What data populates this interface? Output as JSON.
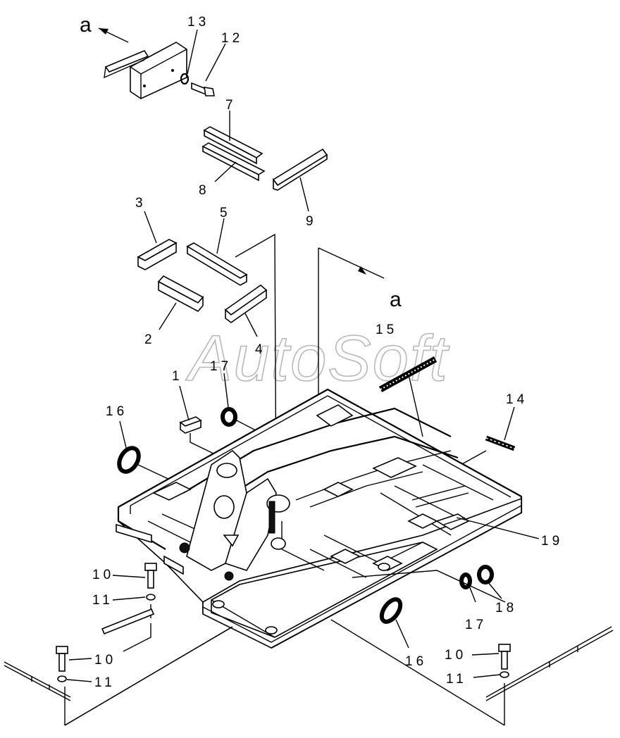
{
  "diagram": {
    "watermark": "AutoSoft",
    "view_marker": "a",
    "callouts": [
      "1",
      "2",
      "3",
      "4",
      "5",
      "7",
      "8",
      "9",
      "10",
      "11",
      "12",
      "13",
      "14",
      "15",
      "16",
      "17",
      "18",
      "19"
    ]
  }
}
